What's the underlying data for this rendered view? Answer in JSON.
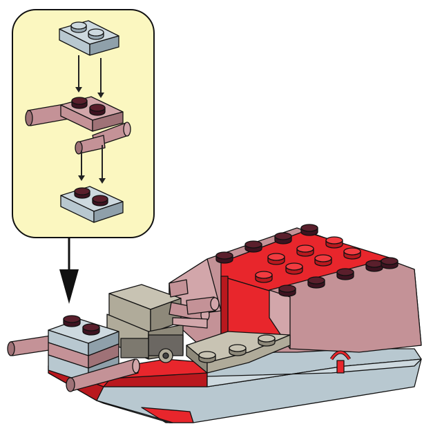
{
  "colors": {
    "callout_bg": "#fbf7c0",
    "light_gray": "#b8c8d0",
    "light_gray_top": "#cdd9df",
    "light_gray_dark": "#8fa0aa",
    "dark_tan": "#b0ab9a",
    "dark_tan_top": "#c8c3b3",
    "dark_tan_dark": "#8e897a",
    "pink": "#c49297",
    "pink_top": "#d2a6aa",
    "pink_dark": "#9f7277",
    "red": "#e8262c",
    "red_top": "#f23b40",
    "red_dark": "#b9181e",
    "stud_top": "#5a1f2c",
    "stud_side": "#3d1320",
    "outline": "#111111"
  },
  "diagram": {
    "callout": "inset-substeps",
    "arrows": [
      "top-plate-to-bar-plate",
      "bar-plate-to-bottom-plate",
      "callout-to-model"
    ],
    "parts": [
      "gray-plate-1x2",
      "pink-plate-with-bar",
      "gray-plate-1x2",
      "red-wedge-hull",
      "dark-tan-cockpit",
      "pink-sloped-cover"
    ]
  }
}
